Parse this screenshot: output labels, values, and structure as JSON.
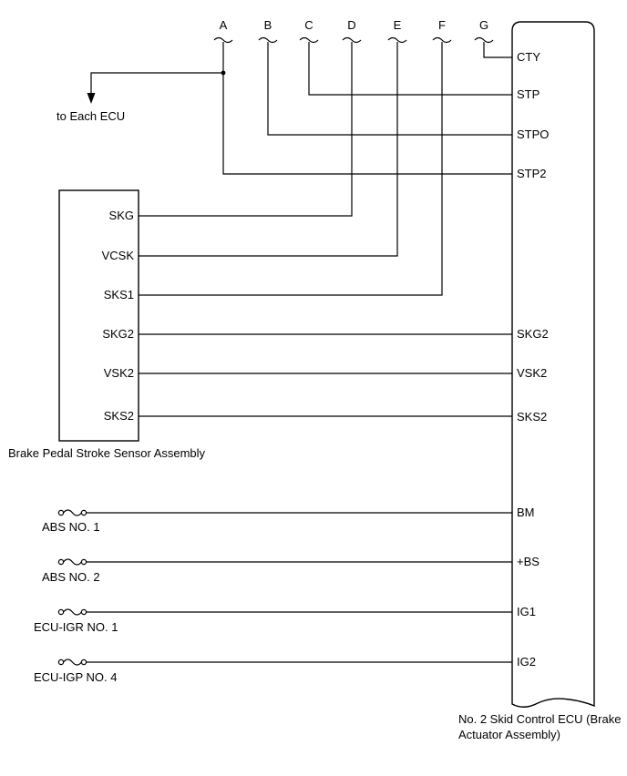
{
  "connectors": [
    "A",
    "B",
    "C",
    "D",
    "E",
    "F",
    "G"
  ],
  "ecu": {
    "title_line1": "No. 2 Skid Control ECU (Brake",
    "title_line2": "Actuator Assembly)",
    "pins": [
      "CTY",
      "STP",
      "STPO",
      "STP2",
      "SKG2",
      "VSK2",
      "SKS2",
      "BM",
      "+BS",
      "IG1",
      "IG2"
    ]
  },
  "sensor": {
    "title": "Brake Pedal Stroke Sensor Assembly",
    "pins": [
      "SKG",
      "VCSK",
      "SKS1",
      "SKG2",
      "VSK2",
      "SKS2"
    ]
  },
  "to_each_ecu": "to Each ECU",
  "fuses": [
    "ABS NO. 1",
    "ABS NO. 2",
    "ECU-IGR NO. 1",
    "ECU-IGP NO. 4"
  ]
}
